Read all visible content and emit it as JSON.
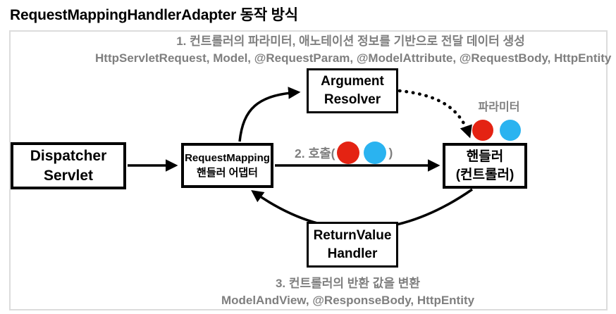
{
  "page": {
    "title": "RequestMappingHandlerAdapter 동작 방식"
  },
  "diagram": {
    "step1": {
      "line1": "1. 컨트롤러의 파라미터, 애노테이션 정보를 기반으로 전달 데이터 생성",
      "line2": "HttpServletRequest, Model, @RequestParam, @ModelAttribute, @RequestBody, HttpEntity"
    },
    "boxes": {
      "dispatcher_servlet": {
        "line1": "Dispatcher",
        "line2": "Servlet"
      },
      "request_mapping_adapter": {
        "line1": "RequestMapping",
        "line2": "핸들러 어댑터"
      },
      "argument_resolver": {
        "line1": "Argument",
        "line2": "Resolver"
      },
      "handler": {
        "line1": "핸들러",
        "line2": "(컨트롤러)"
      },
      "return_value_handler": {
        "line1": "ReturnValue",
        "line2": "Handler"
      }
    },
    "labels": {
      "parameter": "파라미터",
      "call_prefix": "2. 호출(",
      "call_suffix": ")"
    },
    "step3": {
      "line1": "3. 컨트롤러의 반환 값을 변환",
      "line2": "ModelAndView, @ResponseBody, HttpEntity"
    },
    "colors": {
      "param_red": "#e42313",
      "param_blue": "#2ab3f0",
      "gray_text": "#7f7f7f",
      "box_border": "#000000",
      "frame_border": "#dcdcdc"
    }
  }
}
